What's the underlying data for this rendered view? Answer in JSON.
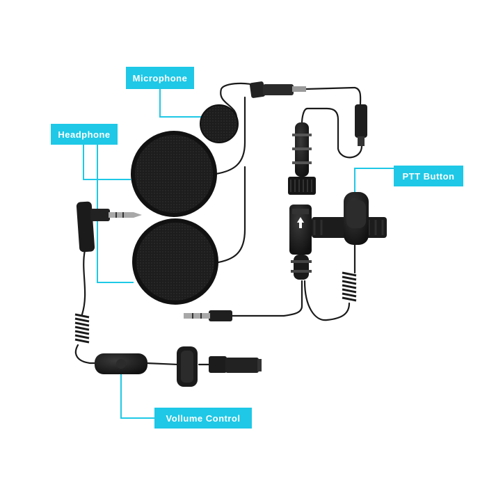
{
  "labels": {
    "microphone": "Microphone",
    "headphone": "Headphone",
    "ptt_button": "PTT Button",
    "volume_control": "Vollume Control"
  },
  "colors": {
    "callout_bg": "#1ec8e6",
    "callout_text": "#ffffff",
    "product": "#1a1a1a"
  }
}
